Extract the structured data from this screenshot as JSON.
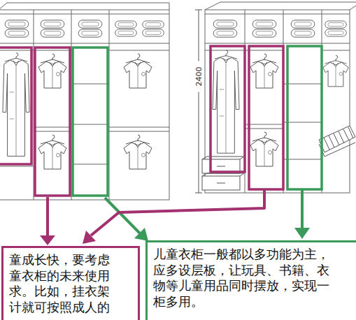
{
  "diagram": {
    "nodes": [
      {
        "text": [
          "童成长快，要考虑 童衣柜的未来使用 求。比如，挂衣架 计就可按照成人的"
        ]
      },
      {
        "text": [
          "儿童衣柜一般都以多功能为主， 应多设层板，让玩具、书籍、衣 物等儿童用品同时摆放，实现一 柜多用。"
        ]
      }
    ],
    "labels": [
      "2400"
    ]
  }
}
